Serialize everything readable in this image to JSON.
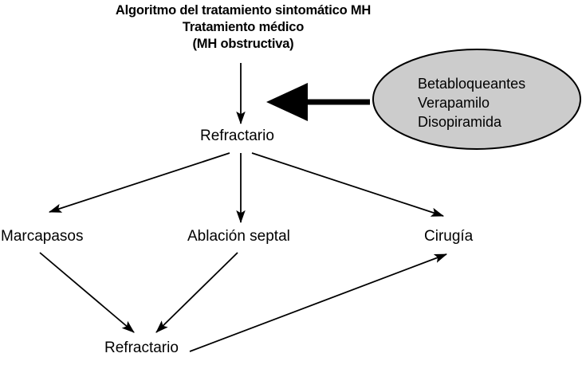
{
  "title": {
    "line1": "Algoritmo del tratamiento sintomático MH",
    "line2": "Tratamiento médico",
    "line3": "(MH obstructiva)"
  },
  "nodes": {
    "refractario_top": "Refractario",
    "marcapasos": "Marcapasos",
    "ablacion_septal": "Ablación septal",
    "cirugia": "Cirugía",
    "refractario_bottom": "Refractario"
  },
  "callout": {
    "drugs": [
      "Betabloqueantes",
      "Verapamilo",
      "Disopiramida"
    ]
  },
  "colors": {
    "background": "#ffffff",
    "text": "#000000",
    "stroke": "#000000",
    "ellipse_fill": "#cccccc"
  },
  "chart_data": {
    "type": "diagram",
    "title": "Algoritmo del tratamiento sintomático MH - Tratamiento médico (MH obstructiva)",
    "nodes": [
      {
        "id": "titulo",
        "label": "Algoritmo del tratamiento sintomático MH / Tratamiento médico / (MH obstructiva)",
        "shape": "text"
      },
      {
        "id": "refractario_1",
        "label": "Refractario",
        "shape": "text"
      },
      {
        "id": "farmacos",
        "label": "Betabloqueantes / Verapamilo / Disopiramida",
        "shape": "ellipse"
      },
      {
        "id": "marcapasos",
        "label": "Marcapasos",
        "shape": "text"
      },
      {
        "id": "ablacion_septal",
        "label": "Ablación septal",
        "shape": "text"
      },
      {
        "id": "cirugia",
        "label": "Cirugía",
        "shape": "text"
      },
      {
        "id": "refractario_2",
        "label": "Refractario",
        "shape": "text"
      }
    ],
    "edges": [
      {
        "from": "titulo",
        "to": "refractario_1",
        "style": "thin-arrow"
      },
      {
        "from": "farmacos",
        "to": "refractario_1",
        "style": "thick-arrow"
      },
      {
        "from": "refractario_1",
        "to": "marcapasos",
        "style": "thin-arrow"
      },
      {
        "from": "refractario_1",
        "to": "ablacion_septal",
        "style": "thin-arrow"
      },
      {
        "from": "refractario_1",
        "to": "cirugia",
        "style": "thin-arrow"
      },
      {
        "from": "marcapasos",
        "to": "refractario_2",
        "style": "thin-arrow"
      },
      {
        "from": "ablacion_septal",
        "to": "refractario_2",
        "style": "thin-arrow"
      },
      {
        "from": "refractario_2",
        "to": "cirugia",
        "style": "thin-arrow"
      }
    ]
  }
}
